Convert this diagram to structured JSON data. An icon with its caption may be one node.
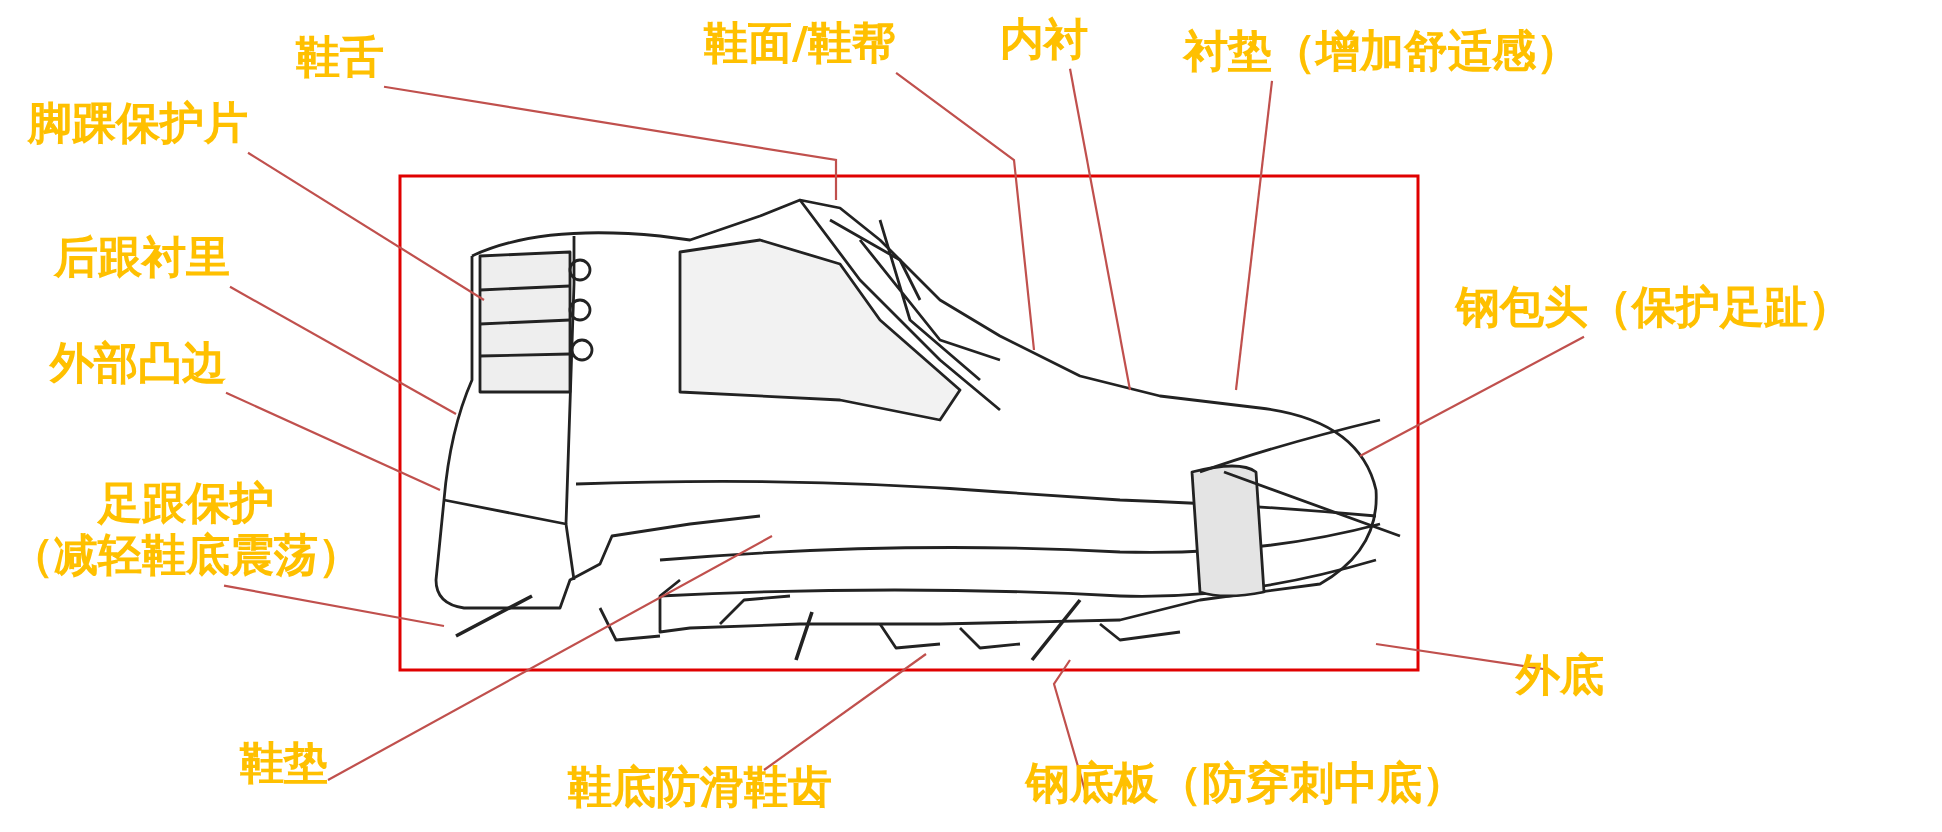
{
  "diagram": {
    "nodes": [
      {
        "text": [
          "鞋舌"
        ]
      },
      {
        "text": [
          "鞋面/鞋帮"
        ]
      },
      {
        "text": [
          "内衬"
        ]
      },
      {
        "text": [
          "衬垫（增加舒适感）"
        ]
      },
      {
        "text": [
          "脚踝保护片"
        ]
      },
      {
        "text": [
          "后跟衬里"
        ]
      },
      {
        "text": [
          "外部凸边"
        ]
      },
      {
        "text": [
          "足跟保护",
          "（减轻鞋底震荡）"
        ]
      },
      {
        "text": [
          "钢包头（保护足趾）"
        ]
      },
      {
        "text": [
          "外底"
        ]
      },
      {
        "text": [
          "鞋垫"
        ]
      },
      {
        "text": [
          "鞋底防滑鞋齿"
        ]
      },
      {
        "text": [
          "钢底板（防穿刺中底）"
        ]
      }
    ],
    "edges": [
      {
        "from": 0,
        "to": null,
        "arrow": "none"
      },
      {
        "from": 1,
        "to": null,
        "arrow": "none"
      },
      {
        "from": 2,
        "to": null,
        "arrow": "none"
      },
      {
        "from": 3,
        "to": null,
        "arrow": "none"
      },
      {
        "from": 4,
        "to": null,
        "arrow": "none"
      },
      {
        "from": 5,
        "to": null,
        "arrow": "none"
      },
      {
        "from": 6,
        "to": null,
        "arrow": "none"
      },
      {
        "from": 7,
        "to": null,
        "arrow": "none"
      },
      {
        "from": 8,
        "to": null,
        "arrow": "none"
      },
      {
        "from": 9,
        "to": null,
        "arrow": "none"
      },
      {
        "from": 10,
        "to": null,
        "arrow": "none"
      },
      {
        "from": 11,
        "to": null,
        "arrow": "none"
      },
      {
        "from": 12,
        "to": null,
        "arrow": "none"
      }
    ]
  }
}
